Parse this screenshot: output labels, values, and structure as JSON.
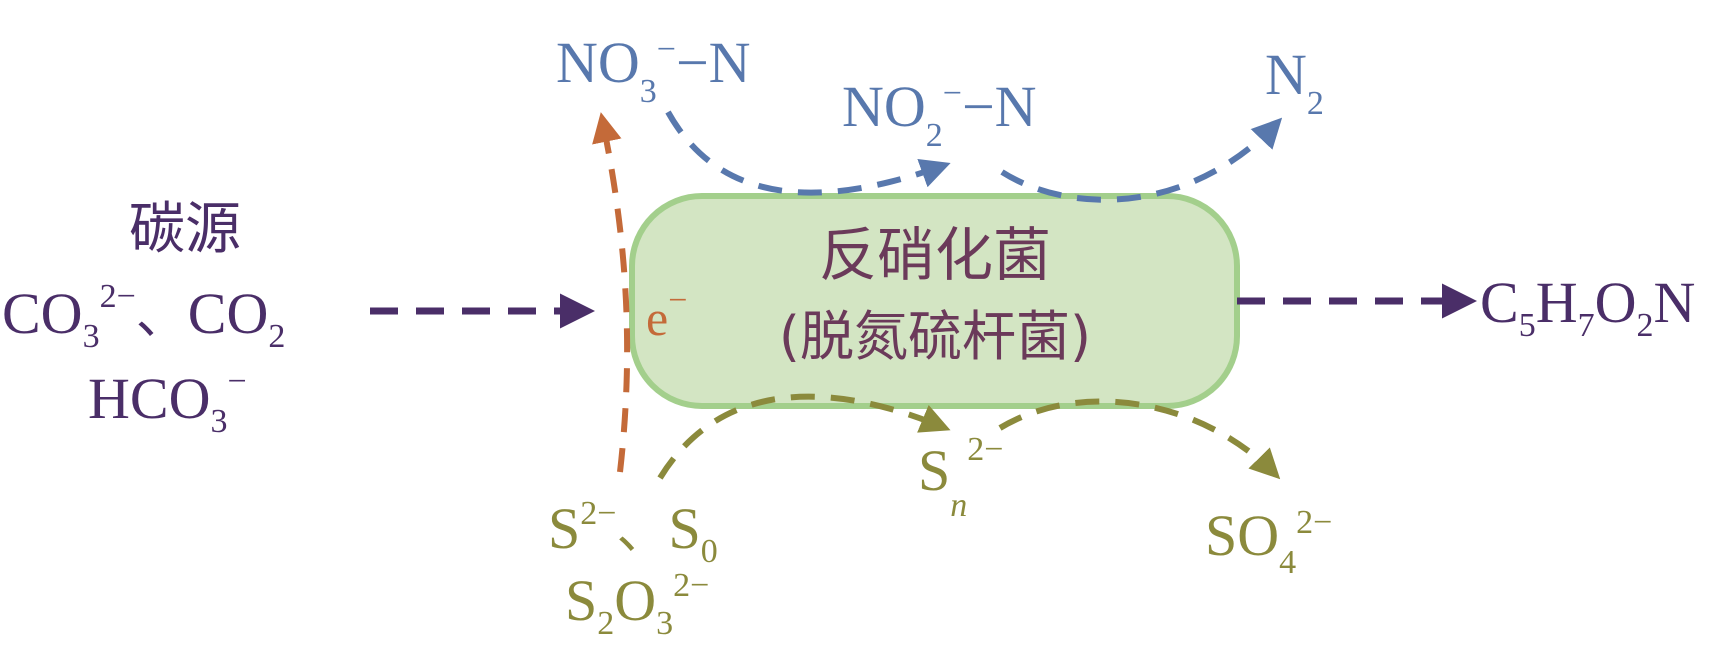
{
  "colors": {
    "nitrogen": "#5878ad",
    "sulfur": "#8b8a3c",
    "electron": "#c46a39",
    "carbon": "#4a2e68",
    "bacteria_fill": "#d3e5c3",
    "bacteria_stroke": "#a3cf8c",
    "bacteria_text": "#6b3a5a"
  },
  "icons": {
    "arrowheads": "triangle-arrowhead-icon"
  },
  "carbon_source": {
    "title": "碳源",
    "co3": "CO",
    "co3_sub": "3",
    "co3_sup": "2−",
    "sep": "、",
    "co2": "CO",
    "co2_sub": "2",
    "hco3": "HCO",
    "hco3_sub": "3",
    "hco3_sup": "−"
  },
  "bacteria": {
    "line1": "反硝化菌",
    "line2": "(脱氮硫杆菌)"
  },
  "electron": {
    "base": "e",
    "sup": "−"
  },
  "nitrogen": {
    "no3": "NO",
    "no3_sub": "3",
    "no3_sup": "−",
    "no3_tail": "−N",
    "no2": "NO",
    "no2_sub": "2",
    "no2_sup": "−",
    "no2_tail": "−N",
    "n2": "N",
    "n2_sub": "2"
  },
  "sulfur": {
    "s": "S",
    "s_sup": "2−",
    "sep": "、",
    "s0": "S",
    "s0_sub": "0",
    "s2o3_a": "S",
    "s2o3_a_sub": "2",
    "s2o3_b": "O",
    "s2o3_b_sub": "3",
    "s2o3_sup": "2−",
    "sn": "S",
    "sn_sub": "n",
    "sn_sup": "2−",
    "so4": "SO",
    "so4_sub": "4",
    "so4_sup": "2−"
  },
  "product": {
    "c": "C",
    "c_sub": "5",
    "h": "H",
    "h_sub": "7",
    "o": "O",
    "o_sub": "2",
    "n": "N"
  }
}
